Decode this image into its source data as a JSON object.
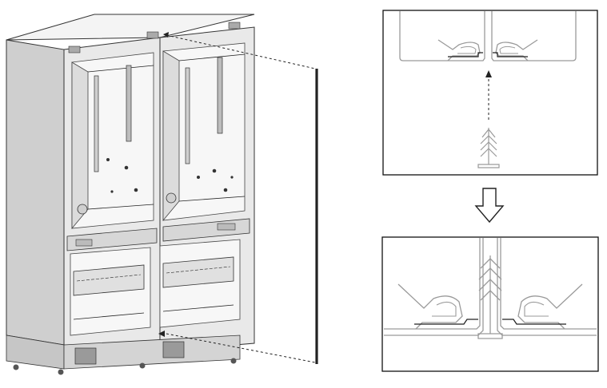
{
  "figure": {
    "panels": [
      {
        "id": "cabinet",
        "kind": "isometric-view"
      },
      {
        "id": "detail-before",
        "kind": "detail-view"
      },
      {
        "id": "detail-after",
        "kind": "detail-view"
      }
    ],
    "icons": [
      "outline-down-arrow-icon",
      "dashed-up-arrow-icon",
      "trim-strip-icon"
    ],
    "colors": {
      "ink": "#222222",
      "light_line": "#9a9a9a",
      "cabinet": "#e9e9e9"
    }
  }
}
